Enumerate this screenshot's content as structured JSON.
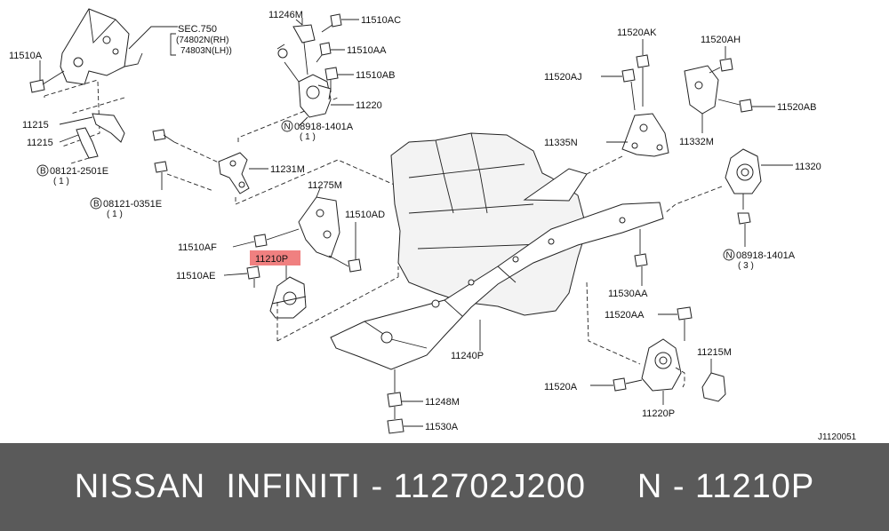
{
  "diagram": {
    "code": "J1120051",
    "highlight_color": "#f08080",
    "labels": {
      "sec750": "SEC.750",
      "sec750_rh": "(74802N(RH)",
      "sec750_lh": "74803N(LH))",
      "p11510A": "11510A",
      "p11246M": "11246M",
      "p11510AC": "11510AC",
      "p11510AA": "11510AA",
      "p11510AB": "11510AB",
      "p11220": "11220",
      "n08918a": "08918-1401A",
      "n08918a_qty": "( 1 )",
      "p11215a": "11215",
      "p11215b": "11215",
      "b08121a": "08121-2501E",
      "b08121a_qty": "( 1 )",
      "b08121b": "08121-0351E",
      "b08121b_qty": "( 1 )",
      "p11231M": "11231M",
      "p11275M": "11275M",
      "p11510AD": "11510AD",
      "p11510AF": "11510AF",
      "p11210P": "11210P",
      "p11510AE": "11510AE",
      "p11520AK": "11520AK",
      "p11520AH": "11520AH",
      "p11520AJ": "11520AJ",
      "p11520AB": "11520AB",
      "p11335N": "11335N",
      "p11332M": "11332M",
      "p11320": "11320",
      "n08918b": "08918-1401A",
      "n08918b_qty": "( 3 )",
      "p11530AA": "11530AA",
      "p11520AA": "11520AA",
      "p11240P": "11240P",
      "p11215M": "11215M",
      "p11520A": "11520A",
      "p11220P": "11220P",
      "p11248M": "11248M",
      "p11530A": "11530A"
    }
  },
  "footer": {
    "text": "NISSAN  INFINITI - 112702J200     N - 11210P",
    "background": "#5a5a5a",
    "color": "#ffffff"
  }
}
